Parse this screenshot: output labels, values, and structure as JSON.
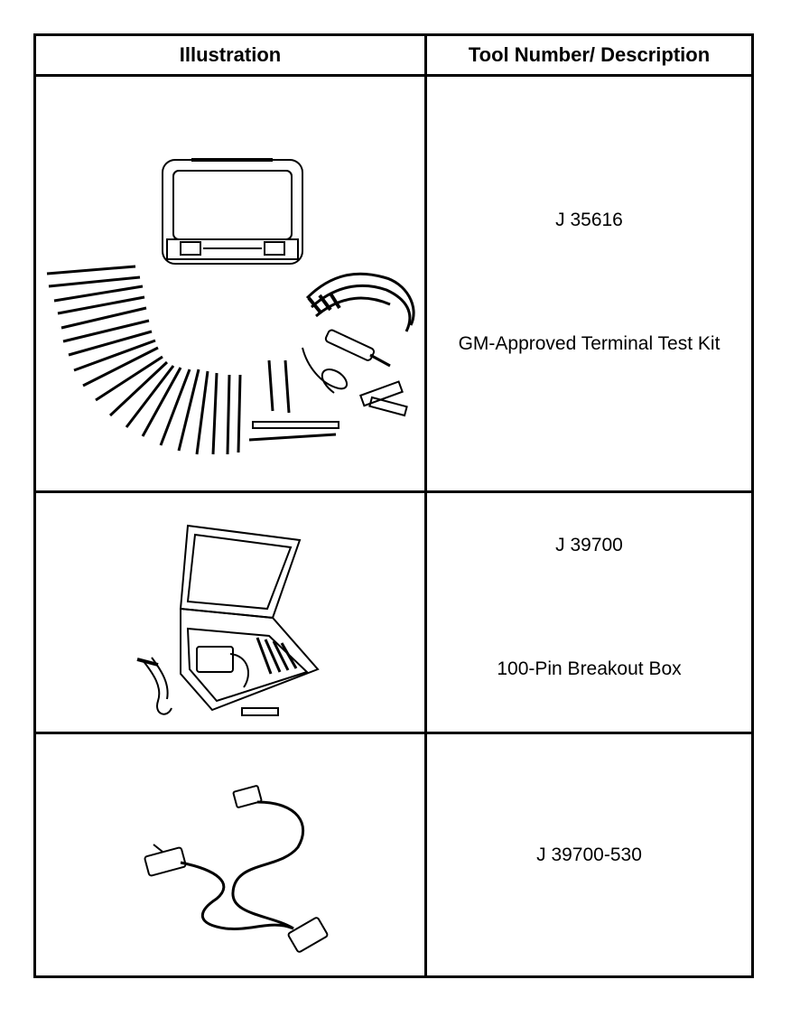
{
  "header": {
    "illustration": "Illustration",
    "description": "Tool Number/ Description"
  },
  "rows": [
    {
      "tool_number": "J 35616",
      "description": "GM-Approved Terminal Test Kit"
    },
    {
      "tool_number": "J 39700",
      "description": "100-Pin Breakout Box"
    },
    {
      "tool_number": "J 39700-530",
      "description": ""
    }
  ]
}
